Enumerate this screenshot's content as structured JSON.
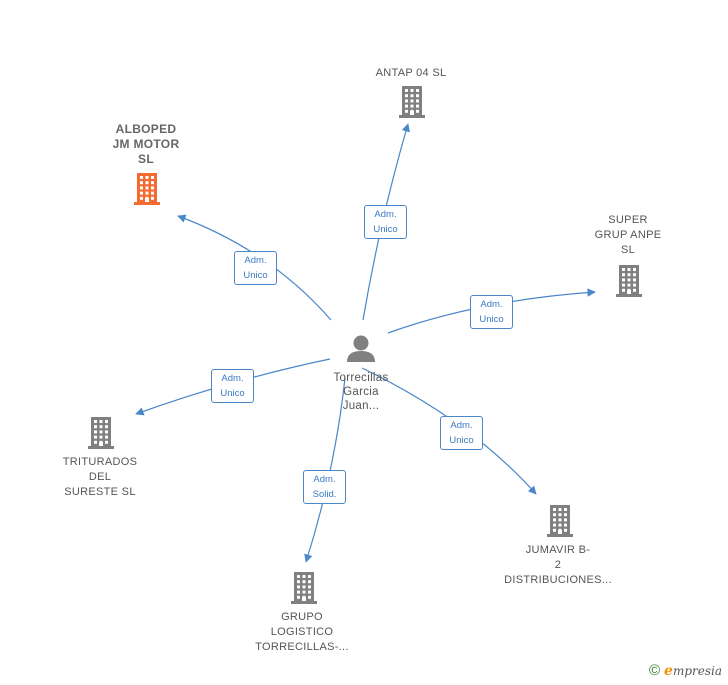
{
  "center": {
    "lines": [
      "Torrecillas",
      "Garcia",
      "Juan..."
    ]
  },
  "nodes": [
    {
      "key": "antap",
      "lines": [
        "ANTAP 04 SL"
      ],
      "highlight": false
    },
    {
      "key": "alboped",
      "lines": [
        "ALBOPED",
        "JM MOTOR",
        "SL"
      ],
      "highlight": true
    },
    {
      "key": "super",
      "lines": [
        "SUPER",
        "GRUP ANPE",
        "SL"
      ],
      "highlight": false
    },
    {
      "key": "triturados",
      "lines": [
        "TRITURADOS",
        "DEL",
        "SURESTE SL"
      ],
      "highlight": false
    },
    {
      "key": "jumavir",
      "lines": [
        "JUMAVIR B-",
        "2",
        "DISTRIBUCIONES..."
      ],
      "highlight": false
    },
    {
      "key": "grupo",
      "lines": [
        "GRUPO",
        "LOGISTICO",
        "TORRECILLAS-..."
      ],
      "highlight": false
    }
  ],
  "edges": [
    {
      "key": "antap",
      "lines": [
        "Adm.",
        "Unico"
      ]
    },
    {
      "key": "alboped",
      "lines": [
        "Adm.",
        "Unico"
      ]
    },
    {
      "key": "super",
      "lines": [
        "Adm.",
        "Unico"
      ]
    },
    {
      "key": "triturados",
      "lines": [
        "Adm.",
        "Unico"
      ]
    },
    {
      "key": "jumavir",
      "lines": [
        "Adm.",
        "Unico"
      ]
    },
    {
      "key": "grupo",
      "lines": [
        "Adm.",
        "Solid."
      ]
    }
  ],
  "colors": {
    "edge": "#4a87c8",
    "building": "#808080",
    "building_highlight": "#f26b32",
    "person": "#808080"
  },
  "footer": {
    "copyright": "©",
    "brand_initial": "e",
    "brand_rest": "mpresia"
  }
}
